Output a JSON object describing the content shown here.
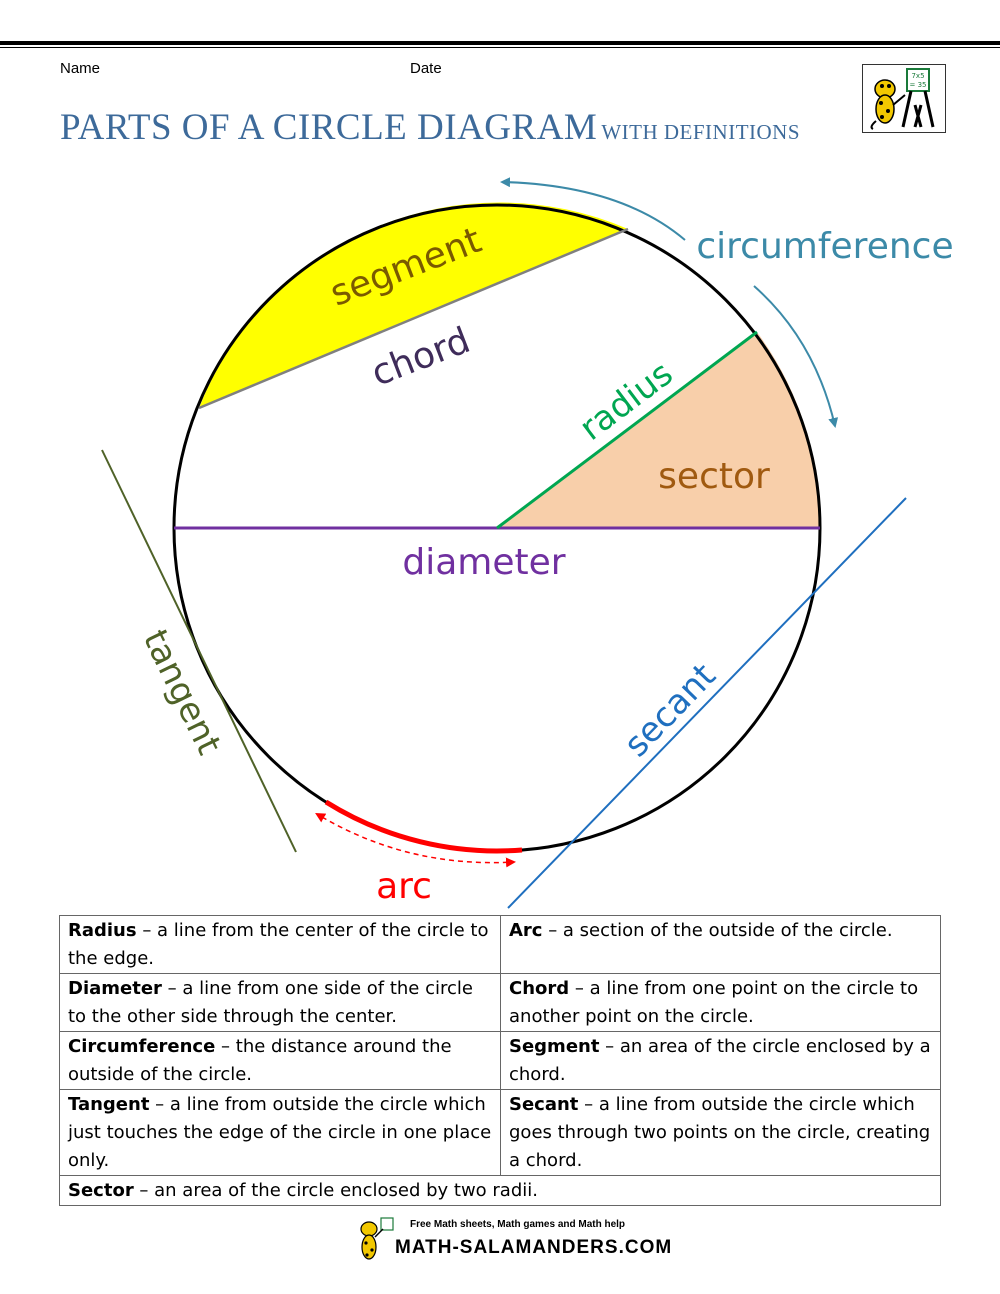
{
  "header": {
    "name_label": "Name",
    "date_label": "Date",
    "title_main": "PARTS OF A CIRCLE DIAGRAM",
    "title_sub": "WITH DEFINITIONS"
  },
  "diagram": {
    "labels": {
      "segment": "segment",
      "chord": "chord",
      "radius": "radius",
      "sector": "sector",
      "diameter": "diameter",
      "circumference": "circumference",
      "tangent": "tangent",
      "secant": "secant",
      "arc": "arc"
    },
    "colors": {
      "segment_fill": "#ffff00",
      "sector_fill": "#f8cfaa",
      "diameter": "#7030a0",
      "radius": "#00a651",
      "chord_line": "#808080",
      "chord_text": "#3f2c5a",
      "sector_text": "#a05a10",
      "circumference": "#3c8aa8",
      "tangent": "#4f6228",
      "secant": "#1f6fbf",
      "arc": "#ff0000"
    }
  },
  "definitions": [
    [
      {
        "term": "Radius",
        "text": " – a line from the center of the circle to the edge."
      },
      {
        "term": "Arc",
        "text": " – a section of the outside of the circle."
      }
    ],
    [
      {
        "term": "Diameter",
        "text": " – a line from one side of the circle to the other side through the center."
      },
      {
        "term": "Chord",
        "text": " – a line from one point on the circle to another point on the circle."
      }
    ],
    [
      {
        "term": "Circumference",
        "text": " – the distance around the outside of the circle."
      },
      {
        "term": "Segment",
        "text": " – an area of the circle enclosed by a chord."
      }
    ],
    [
      {
        "term": "Tangent",
        "text": " – a line from outside the circle which just touches the edge of the circle in one place only."
      },
      {
        "term": "Secant",
        "text": " – a line from outside the circle which goes through two points on the circle, creating a chord."
      }
    ],
    [
      {
        "term": "Sector",
        "text": " – an area of the circle enclosed by two radii."
      }
    ]
  ],
  "footer": {
    "tagline": "Free Math sheets, Math games and Math help",
    "brand": "MATH-SALAMANDERS.COM"
  },
  "logo": {
    "sign_text_1": "7x5",
    "sign_text_2": "= 35"
  }
}
